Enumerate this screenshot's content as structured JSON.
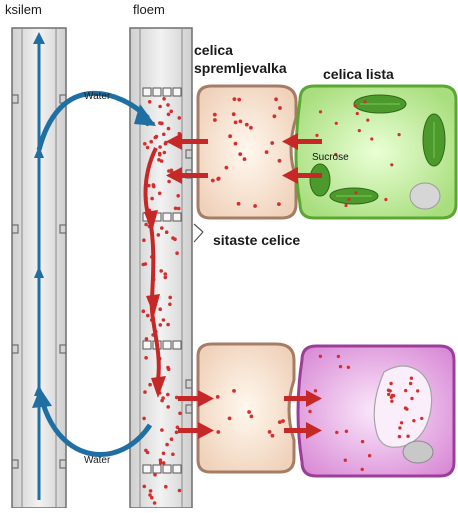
{
  "labels": {
    "xylem": "ksilem",
    "phloem": "floem",
    "companion_cell_line1": "celica",
    "companion_cell_line2": "spremljevalka",
    "leaf_cell": "celica lista",
    "sucrose": "Sucrose",
    "sieve_cells": "sitaste celice",
    "water_top": "Water",
    "water_bottom": "Water"
  },
  "colors": {
    "tube_fill": "#e6e6e6",
    "tube_stroke": "#6f6f6f",
    "water_arrow": "#1f6fa3",
    "sugar_dot": "#d32f2f",
    "flow_arrow": "#c62828",
    "companion_cell_fill": "#f3dcc8",
    "companion_cell_stroke": "#a57c64",
    "leaf_cell_fill": "#bfe79a",
    "leaf_cell_stroke": "#5aa832",
    "chloroplast": "#4c9a2c",
    "sink_cell_fill": "#e6a2e0",
    "sink_cell_stroke": "#9c3d99",
    "vacuole": "#bdbdbd"
  }
}
